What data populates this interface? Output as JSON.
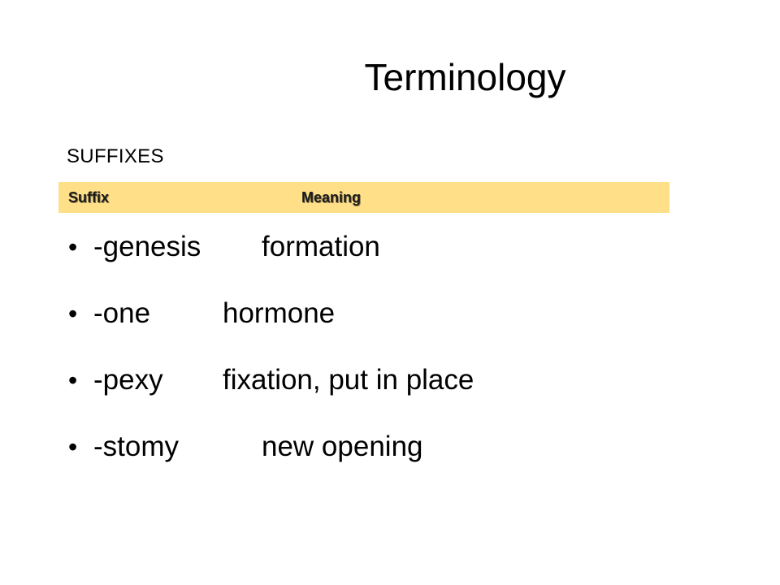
{
  "slide": {
    "title": "Terminology",
    "section_label": "SUFFIXES",
    "table_header": {
      "suffix_label": "Suffix",
      "meaning_label": "Meaning",
      "background_color": "#ffdf88"
    },
    "bullet_glyph": "•",
    "terms": [
      {
        "suffix": "-genesis",
        "meaning": "formation"
      },
      {
        "suffix": "-one",
        "meaning": "hormone"
      },
      {
        "suffix": "-pexy",
        "meaning": "fixation, put in place"
      },
      {
        "suffix": "-stomy",
        "meaning": "new opening"
      }
    ]
  }
}
